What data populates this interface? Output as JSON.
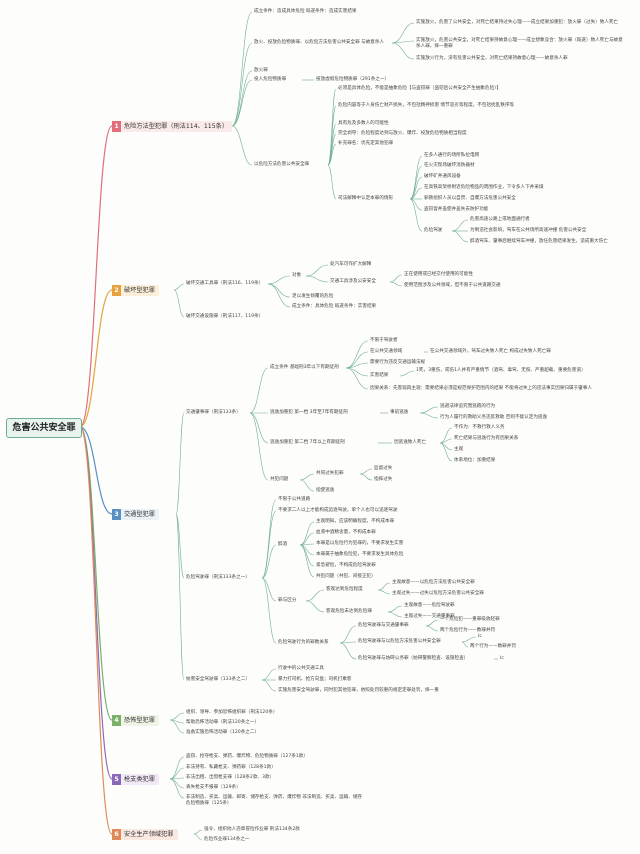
{
  "root": "危害公共安全罪",
  "colors": {
    "c1": "#e06f7a",
    "c2": "#e6a23c",
    "c3": "#5a8fc4",
    "c4": "#7ab06a",
    "c5": "#8a6ab8",
    "c6": "#e08a5a",
    "link": "#6fae92"
  },
  "branches": [
    {
      "num": "1",
      "label": "危险方法型犯罪（刑法114、115条）"
    },
    {
      "num": "2",
      "label": "破坏型犯罪"
    },
    {
      "num": "3",
      "label": "交通型犯罪"
    },
    {
      "num": "4",
      "label": "恐怖型犯罪"
    },
    {
      "num": "5",
      "label": "枪支类犯罪"
    },
    {
      "num": "6",
      "label": "安全生产领域犯罪"
    }
  ],
  "b1": {
    "n1": "成立条件：造成具体危险 既遂条件：造成实害结果",
    "n2": "放火、投放危险物质罪、以危险方法危害公共安全罪 与故意杀人",
    "n2a": "实施放火，危害了公共安全，对死亡结果持过失心理——成立结果加重犯：放火罪（过失）致人死亡",
    "n2b": "实施放火，危害公共安全，对死亡结果持故意心理——成立想象竞合：放火罪（既遂）致人死亡与故意杀人罪，择一重罪",
    "n2c": "实施放火行为，没有危害公共安全，对死亡结果持故意心理——故意杀人罪",
    "n3": "放火罪",
    "n4": "投入危险物质罪",
    "n4a": "投放虚假危险物质罪（291条之一）",
    "n5": "以危险方法危害公共安全罪",
    "n5a": "必须是具体危险，不能是抽象危险【与盗窃罪（盗窃后公共安全产生抽象危险）】",
    "n5b": "危险内容等于人身伤亡财产损失，不包括精神损害 情节恶劣等程度，不包括扰乱秩序等",
    "n5c": "具有危及多数人的可能性",
    "n5d": "完全剥夺：危险程度达到与放火、爆炸、投放危险物质相当程度",
    "n5e": "补充罪名：优先定其他犯罪",
    "n5f": "司法解释中认定本罪的情形",
    "n5f1": "在多人通行的场所私拉电网",
    "n5f2": "在火灾现场破坏消防器材",
    "n5f3": "破坏矿井通风设备",
    "n5f4": "在高铁高架桥附近危险物品的周围作业，下令多人下井采煤",
    "n5f5": "邪教组织人员以自焚、自爆方法危害公共安全",
    "n5f6": "盗窃窨井盖使井盖失去防护功能",
    "n5f7": "危险驾驶",
    "n5f7a": "危害高速公路上或地面通行者",
    "n5f7b": "为制造社会影响，驾车在公共场所高速冲撞 危害公共安全",
    "n5f7c": "醉酒驾车、肇事后继续驾车冲撞，放任危害结果发生，造成重大伤亡"
  },
  "b2": {
    "n1": "破坏交通工具罪（刑法116、119条）",
    "n1a": "对象",
    "n1a1": "处汽车可作扩大解释",
    "n1a2": "交通工具涉及公安安全",
    "n1a2a": "正在使用或已经交付使用的可能性",
    "n1a2b": "使用范围涉及公共领域，但不限于公共道路交通",
    "n1b": "足以发生倾覆的危险",
    "n1c": "成立条件：具体危险 既遂条件：实害结果",
    "n2": "破坏交通设施罪（刑法117、119条）"
  },
  "b3": {
    "n1": "交通肇事罪（刑法133条）",
    "n1a": "成立条件 基础刑3年以下有期徒刑",
    "n1a1": "不限于驾驶者",
    "n1a2": "在公共交通领域",
    "n1a2a": "在公共交通领域外，驾车过失致人死亡 构成过失致人死亡罪",
    "n1a3": "需要行为违反交通运输法规",
    "n1a4": "实害结果",
    "n1a4a": "1死，3重伤，或伤1人并有严重情节（酒驾、毒驾、无照、严重超载、重要危害道）",
    "n1a5": "因果关系：先客观再主观：需要结果必须是规范保护范围内的结果 不能将过失上的违法事实因果归属于肇事人",
    "n1b": "逃逸加重犯 第一档 3年至7年有期徒刑",
    "n1b1": "事前逃逸",
    "n1b1a": "逃避法律追究而逃跑的行为",
    "n1b1b": "行为人履行的救助义务违反救助 否则不能认定为逃逸",
    "n1c": "逃逸加重犯 第二档 7年以上有期徒刑",
    "n1c1": "因逃逸致人死亡",
    "n1c1a": "不作为：不救行救人义务",
    "n1c1b": "死亡结果与逃逸行为有因果关系",
    "n1c1c": "主观",
    "n1c1d": "体系地位：加重结果",
    "n1d": "共犯问题",
    "n1d1": "共同过失犯罪",
    "n1d1a": "监督过失",
    "n1d1b": "指挥过失",
    "n1d2": "指使逃逸",
    "n2": "危险驾驶罪（刑法133条之一）",
    "n2a": "不限于公共道路",
    "n2b": "不要求二人以上才能构成追逐驾驶，单个人也可以追逐驾驶",
    "n2c": "醉酒",
    "n2c1": "主观明知，应该明确程度，不构成本罪",
    "n2c2": "血液中酒精含量，不构成本罪",
    "n2c3": "本罪是以危险行为犯罪的，不要求发生实害",
    "n2c4": "本罪属于抽象危险犯，不要求发生具体危险",
    "n2c5": "紧急避险，不构成危险驾驶罪",
    "n2c6": "共犯问题（共犯、间接正犯）",
    "n2d": "罪与区分",
    "n2d1": "客观达到危险程度",
    "n2d1a": "主观故意——以危险方法危害公共安全罪",
    "n2d1b": "主观过失——过失以危险方法危害公共安全罪",
    "n2d2": "客观危险未达到危险罪",
    "n2d2a": "主观故意——危险驾驶罪",
    "n2d2b": "主观过失——交通肇事罪",
    "n2e": "危险驾驶行为的罪数关系",
    "n2e1": "危险驾驶罪与交通肇事罪",
    "n2e1a": "一个危险犯——重罪吸收轻罪",
    "n2e1b": "两个危险行为——数罪并罚",
    "n2e2": "危险驾驶罪与以危险方法危害公共安全罪",
    "n2e2a": "Ic",
    "n2e2b": "两个行为——数罪并罚",
    "n2e3": "危险驾驶罪与妨碍公务罪（妨碍警察检查、设施检查）",
    "n2e3a": "Ic",
    "n3": "妨害安全驾驶罪（133条之二）",
    "n3a": "行驶中的公共交通工具",
    "n3b": "暴力打司机、抢方向盘；司机打乘客",
    "n3c": "实施危害安全驾驶罪，同时犯其他犯罪，依照处罚较重的规定定罪处罚，择一重"
  },
  "b4": {
    "n1": "组织、领导、参加恐怖组织罪（刑法120条）",
    "n2": "帮助恐怖活动罪（刑法120条之一）",
    "n3": "准备实施恐怖活动罪（120条之二）"
  },
  "b5": {
    "n1": "盗窃、抢夺枪支、弹药、爆炸物、危险物质罪（127条1款）",
    "n2": "非法持有、私藏枪支、弹药罪（128条1款）",
    "n3": "非法出租、出借枪支罪（128条2款、3款）",
    "n4": "丢失枪支不报罪（129条）",
    "n5": "非法制造、买卖、运输、邮寄、储存枪支、弹药、爆炸物 非法制造、买卖、运输、储存危险物质罪（125条）"
  },
  "b6": {
    "n1": "强令、组织他人违章冒险作业罪 刑法134条2款",
    "n2": "危险作业罪134条之一"
  }
}
